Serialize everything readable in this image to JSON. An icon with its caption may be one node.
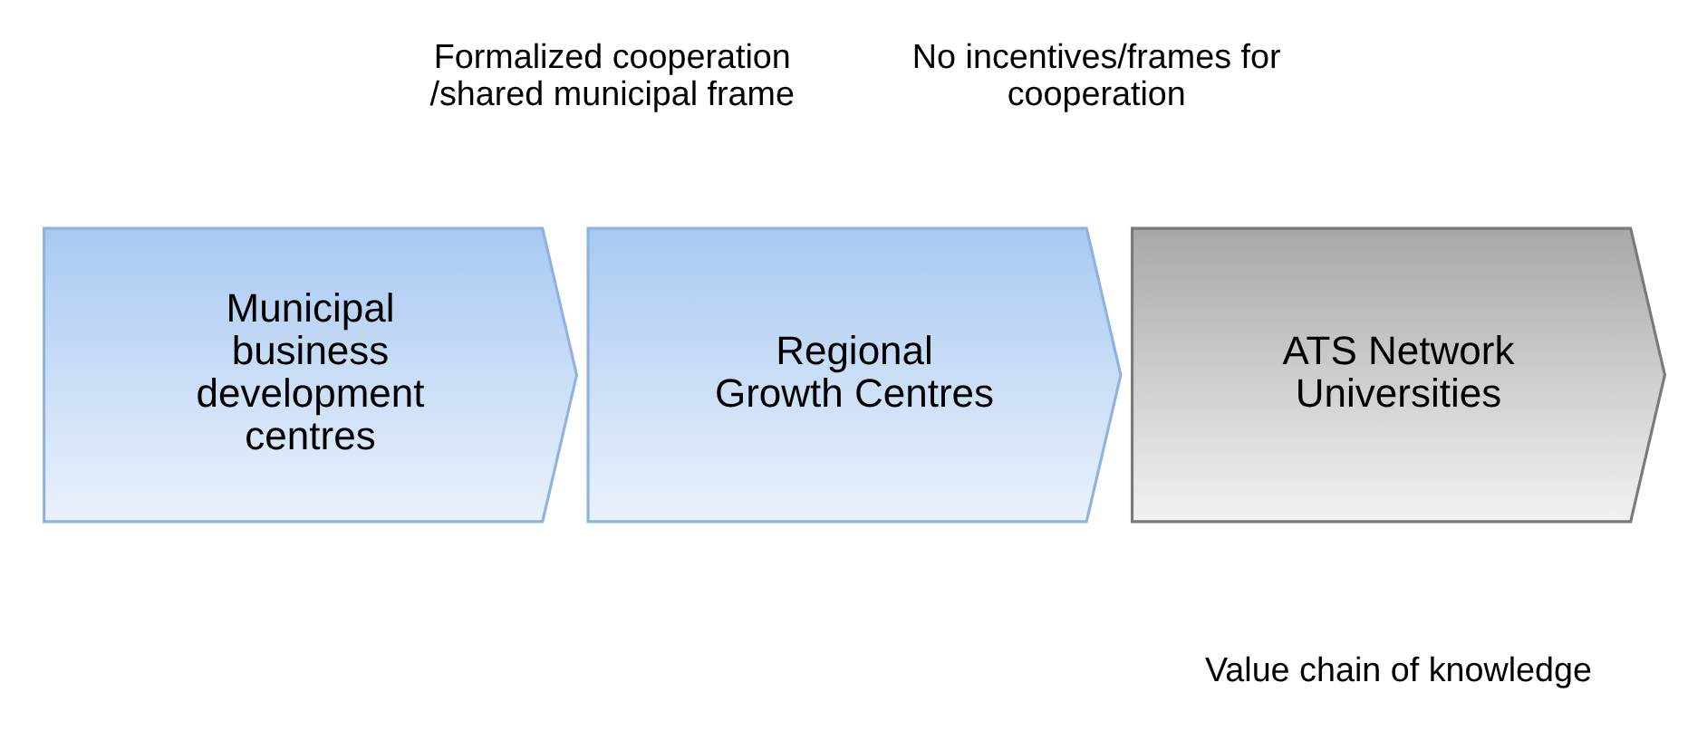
{
  "diagram": {
    "nodes": [
      {
        "text": [
          "Municipal business development centres"
        ]
      },
      {
        "text": [
          "Regional Growth Centres"
        ]
      },
      {
        "text": [
          "ATS Network Universities"
        ]
      }
    ],
    "labels": [
      "Formalized cooperation /shared municipal frame",
      "No incentives/frames for cooperation",
      "Value chain of knowledge"
    ]
  }
}
